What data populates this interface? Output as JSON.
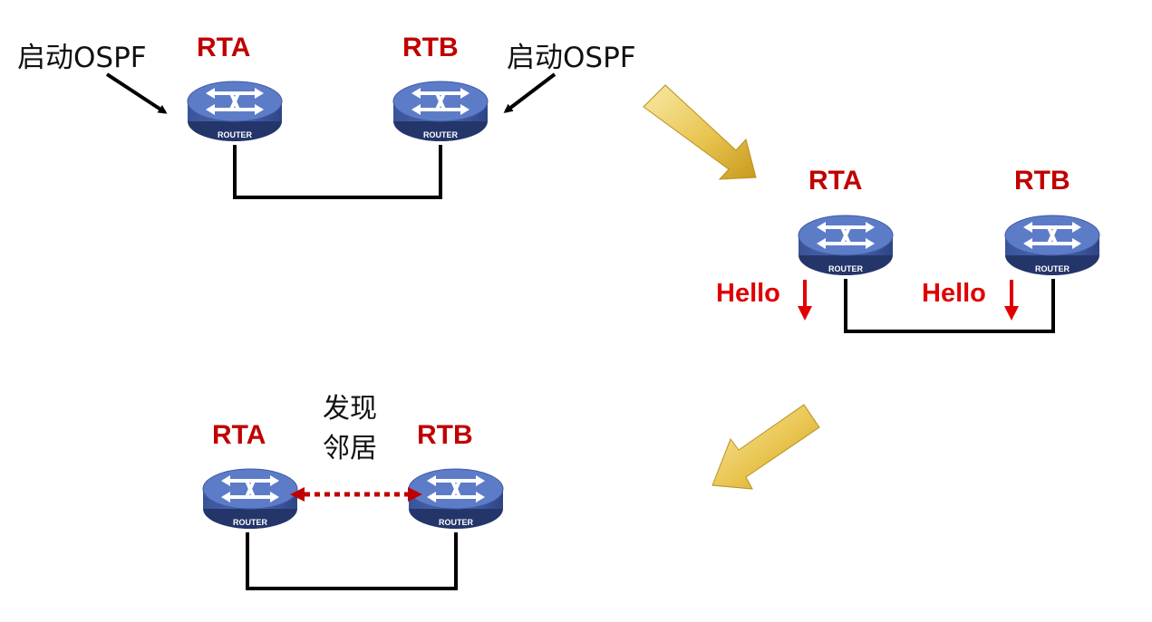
{
  "panel1": {
    "router_a": "RTA",
    "router_b": "RTB",
    "start_label_a": "启动OSPF",
    "start_label_b": "启动OSPF",
    "device_caption": "ROUTER"
  },
  "panel2": {
    "router_a": "RTA",
    "router_b": "RTB",
    "hello_a": "Hello",
    "hello_b": "Hello",
    "device_caption": "ROUTER"
  },
  "panel3": {
    "router_a": "RTA",
    "router_b": "RTB",
    "discover_line1": "发现",
    "discover_line2": "邻居",
    "device_caption": "ROUTER"
  },
  "colors": {
    "router_body": "#4a67b0",
    "router_top": "#5d7cc8",
    "router_label_red": "#c00000",
    "hello_red": "#e00000",
    "link_black": "#000000",
    "transition_arrow_gold": "#e7c24a"
  }
}
